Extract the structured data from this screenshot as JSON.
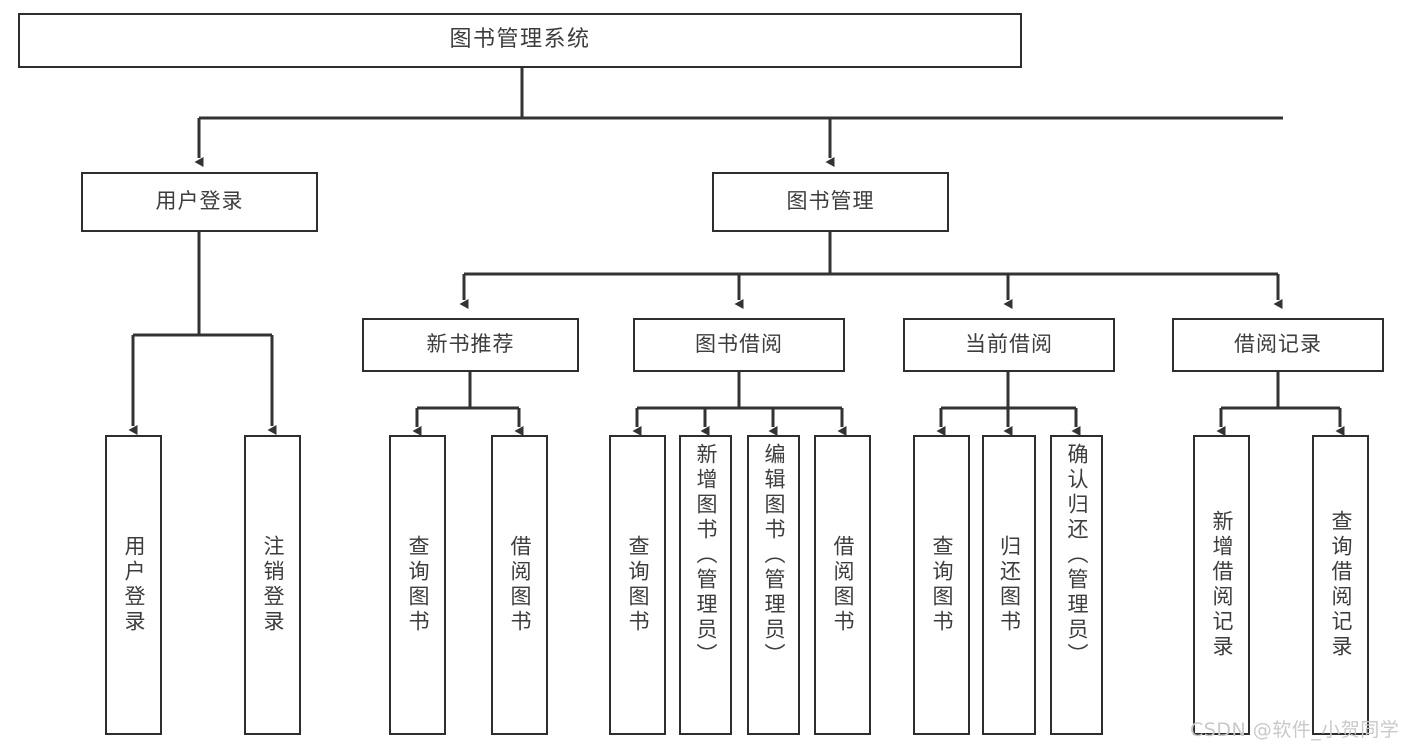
{
  "diagram": {
    "title": "图书管理系统",
    "type": "hierarchy-tree",
    "colors": {
      "background": "#ffffff",
      "box_border": "#2e2e2e",
      "box_fill": "#ffffff",
      "connector": "#333333",
      "text": "#3d3d3d",
      "watermark": "#c9c9c9"
    },
    "nodes": {
      "root": {
        "label": "图书管理系统"
      },
      "level1": [
        {
          "id": "user-login",
          "label": "用户登录"
        },
        {
          "id": "book-manage",
          "label": "图书管理"
        }
      ],
      "level2": [
        {
          "id": "new-book-recommend",
          "label": "新书推荐"
        },
        {
          "id": "book-borrow",
          "label": "图书借阅"
        },
        {
          "id": "current-borrow",
          "label": "当前借阅"
        },
        {
          "id": "borrow-record",
          "label": "借阅记录"
        }
      ],
      "leaves": {
        "user-login": [
          {
            "id": "leaf-user-login",
            "label": "用户登录"
          },
          {
            "id": "leaf-logout-login",
            "label": "注销登录"
          }
        ],
        "new-book-recommend": [
          {
            "id": "leaf-query-book-1",
            "label": "查询图书"
          },
          {
            "id": "leaf-borrow-book-1",
            "label": "借阅图书"
          }
        ],
        "book-borrow": [
          {
            "id": "leaf-query-book-2",
            "label": "查询图书"
          },
          {
            "id": "leaf-add-book",
            "label": "新增图书（管理员）"
          },
          {
            "id": "leaf-edit-book",
            "label": "编辑图书（管理员）"
          },
          {
            "id": "leaf-borrow-book-2",
            "label": "借阅图书"
          }
        ],
        "current-borrow": [
          {
            "id": "leaf-query-book-3",
            "label": "查询图书"
          },
          {
            "id": "leaf-return-book",
            "label": "归还图书"
          },
          {
            "id": "leaf-confirm-return",
            "label": "确认归还（管理员）"
          }
        ],
        "borrow-record": [
          {
            "id": "leaf-add-record",
            "label": "新增借阅记录"
          },
          {
            "id": "leaf-query-record",
            "label": "查询借阅记录"
          }
        ]
      }
    },
    "watermark": "CSDN @软件_小贺同学"
  }
}
